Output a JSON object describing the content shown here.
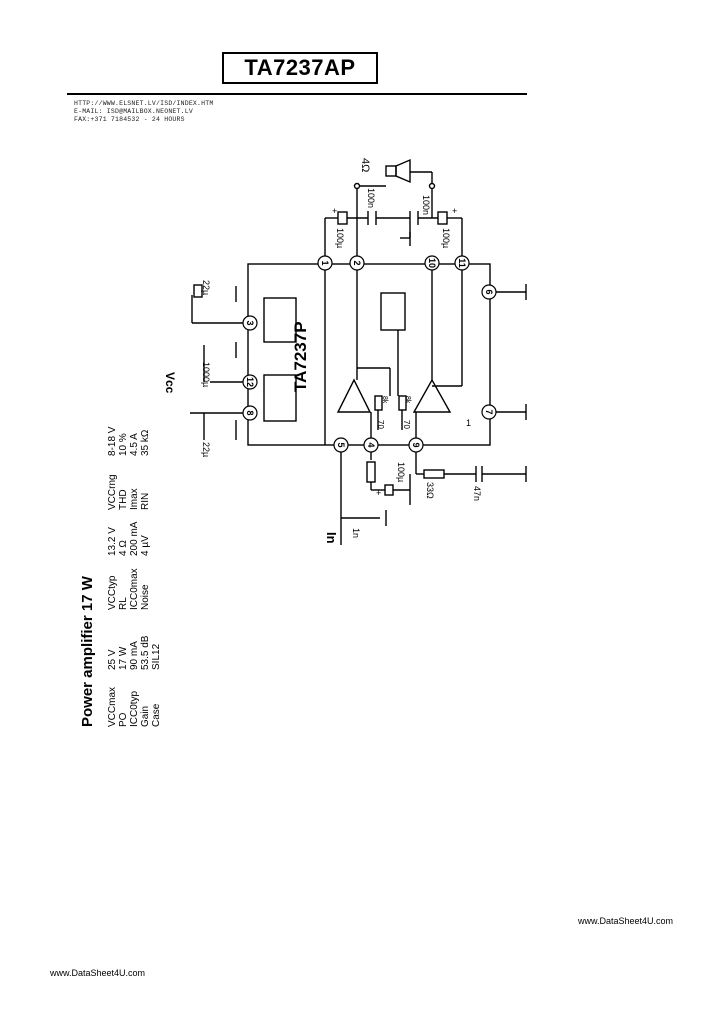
{
  "header": {
    "part_number": "TA7237AP",
    "contact_lines": [
      "HTTP://WWW.ELSNET.LV/ISD/INDEX.HTM",
      "E-MAIL: ISD@MAILBOX.NEONET.LV",
      "FAX:+371 7184532 - 24 HOURS"
    ]
  },
  "schematic": {
    "chip_label": "TA7237P",
    "pins": [
      "1",
      "2",
      "10",
      "11",
      "3",
      "12",
      "8",
      "5",
      "4",
      "9",
      "6",
      "7"
    ],
    "components": {
      "speaker": "4Ω",
      "c_out_left": "100µ",
      "c_out_mid": "100n",
      "c_out_right_n": "100n",
      "c_out_right_u": "100µ",
      "c_pin3": "22µ",
      "c_pin12": "1000µ",
      "c_pin8": "22µ",
      "r_left": "8k",
      "r_left_70": "70",
      "r_right": "8k",
      "r_right_70": "70",
      "c_pin4": "100µ",
      "r_pin9": "33Ω",
      "c_pin9": "47n",
      "c_in": "1n"
    },
    "labels": {
      "vcc": "Vcc",
      "in": "In",
      "plus": "+",
      "one": "1"
    }
  },
  "specs": {
    "heading": "Power amplifier  17 W",
    "col1": [
      [
        "VCCmax",
        "25 V"
      ],
      [
        "PO",
        "17 W"
      ],
      [
        "ICC0typ",
        "90 mA"
      ],
      [
        "Gain",
        "53.5 dB"
      ],
      [
        "Case",
        "SIL12"
      ]
    ],
    "col2": [
      [
        "VCCtyp",
        "13.2 V"
      ],
      [
        "RL",
        "4 Ω"
      ],
      [
        "ICC0max",
        "200 mA"
      ],
      [
        "Noise",
        "4 µV"
      ]
    ],
    "col3": [
      [
        "VCCrng",
        "8-18 V"
      ],
      [
        "THD",
        "10 %"
      ],
      [
        "Imax",
        "4.5 A"
      ],
      [
        "RIN",
        "35 kΩ"
      ]
    ]
  },
  "footer": {
    "left": "www.DataSheet4U.com",
    "right": "www.DataSheet4U.com"
  }
}
